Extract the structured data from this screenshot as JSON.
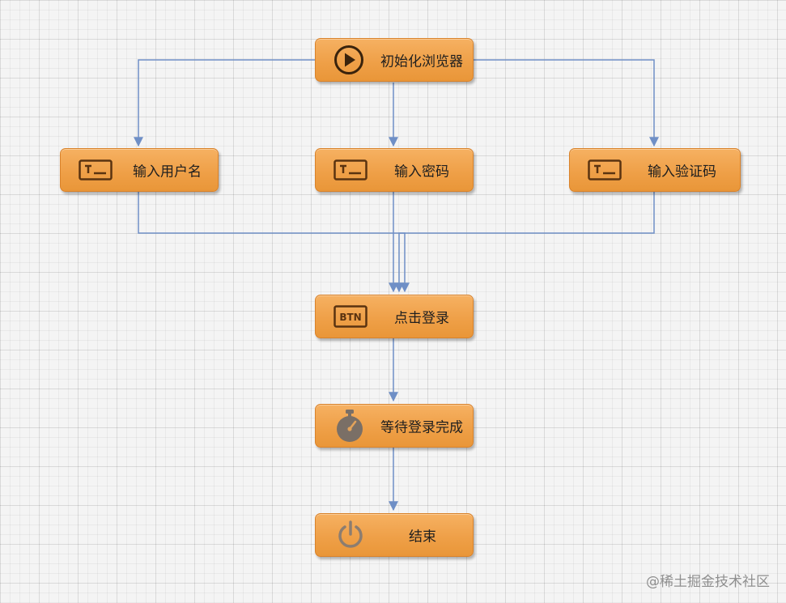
{
  "diagram": {
    "nodes": {
      "init": {
        "label": "初始化浏览器",
        "icon": "play-icon"
      },
      "username": {
        "label": "输入用户名",
        "icon": "text-input-icon"
      },
      "password": {
        "label": "输入密码",
        "icon": "text-input-icon"
      },
      "captcha": {
        "label": "输入验证码",
        "icon": "text-input-icon"
      },
      "click_login": {
        "label": "点击登录",
        "icon": "button-icon",
        "icon_text": "BTN"
      },
      "wait": {
        "label": "等待登录完成",
        "icon": "stopwatch-icon"
      },
      "end": {
        "label": "结束",
        "icon": "power-icon"
      }
    },
    "edges": [
      {
        "from": "init",
        "to": "username"
      },
      {
        "from": "init",
        "to": "password"
      },
      {
        "from": "init",
        "to": "captcha"
      },
      {
        "from": "username",
        "to": "click_login"
      },
      {
        "from": "password",
        "to": "click_login"
      },
      {
        "from": "captcha",
        "to": "click_login"
      },
      {
        "from": "click_login",
        "to": "wait"
      },
      {
        "from": "wait",
        "to": "end"
      }
    ],
    "colors": {
      "node_fill": "#efa048",
      "node_border": "#d9822a",
      "connector": "#6f8fc6",
      "icon": "#5a3310"
    }
  },
  "watermark": "@稀土掘金技术社区"
}
